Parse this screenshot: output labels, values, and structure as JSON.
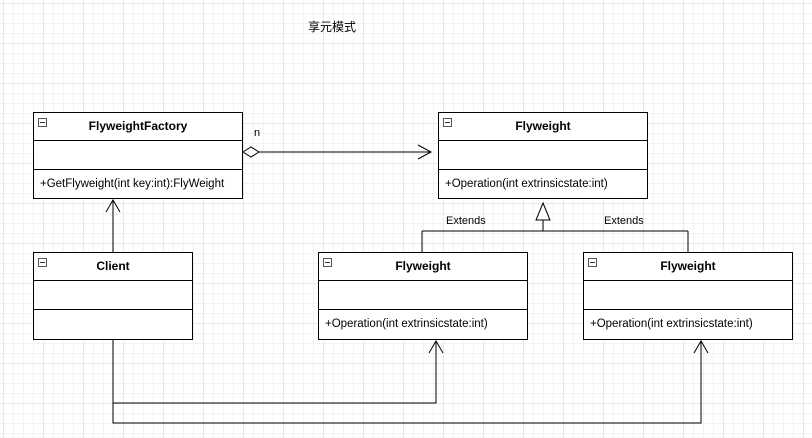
{
  "diagram": {
    "title": "享元模式",
    "classes": {
      "factory": {
        "name": "FlyweightFactory",
        "method": "+GetFlyweight(int key:int):FlyWeight"
      },
      "flyweight": {
        "name": "Flyweight",
        "method": "+Operation(int extrinsicstate:int)"
      },
      "client": {
        "name": "Client",
        "method": ""
      },
      "concrete_a": {
        "name": "Flyweight",
        "method": "+Operation(int extrinsicstate:int)"
      },
      "concrete_b": {
        "name": "Flyweight",
        "method": "+Operation(int extrinsicstate:int)"
      }
    },
    "relations": {
      "aggregation_multiplicity": "n",
      "extends_left": "Extends",
      "extends_right": "Extends"
    },
    "colors": {
      "line": "#000000",
      "box_fill": "#ffffff",
      "grid": "#e8e8e8"
    }
  }
}
